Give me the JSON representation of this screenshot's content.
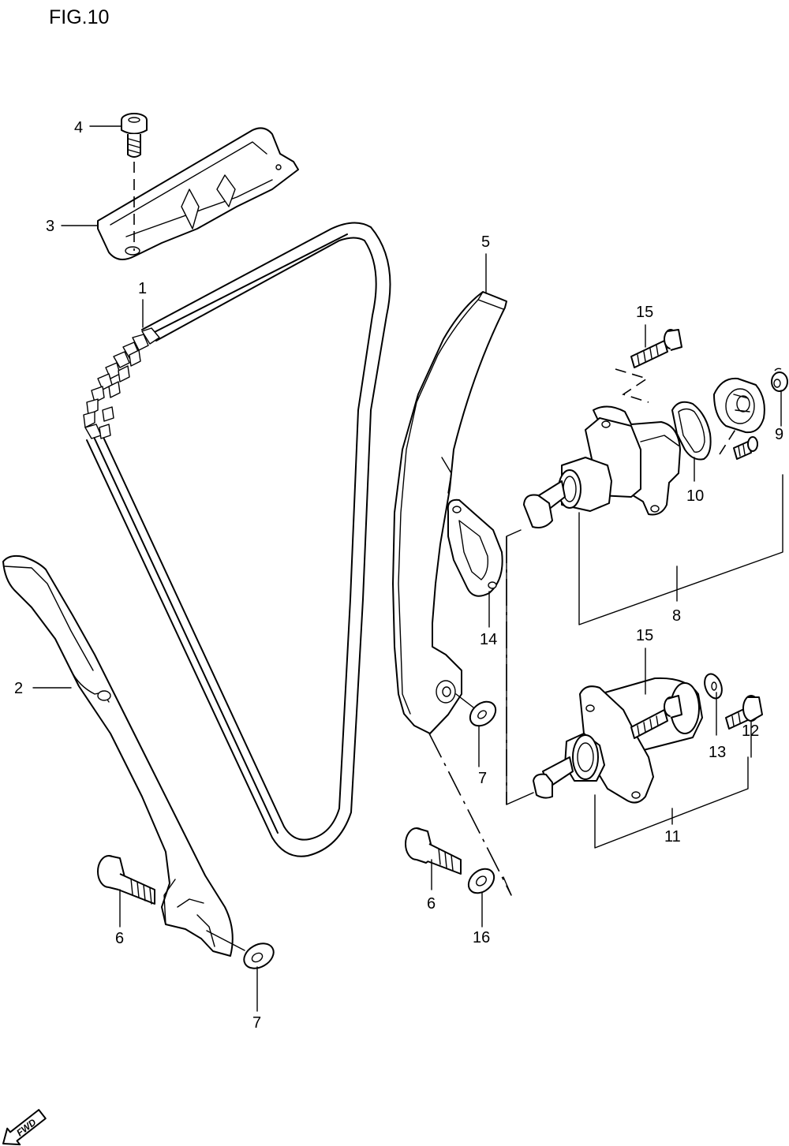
{
  "figure": {
    "title": "FIG.10"
  },
  "callouts": [
    {
      "id": "c1",
      "text": "1"
    },
    {
      "id": "c2",
      "text": "2"
    },
    {
      "id": "c3",
      "text": "3"
    },
    {
      "id": "c4",
      "text": "4"
    },
    {
      "id": "c5",
      "text": "5"
    },
    {
      "id": "c6a",
      "text": "6"
    },
    {
      "id": "c6b",
      "text": "6"
    },
    {
      "id": "c7a",
      "text": "7"
    },
    {
      "id": "c7b",
      "text": "7"
    },
    {
      "id": "c8",
      "text": "8"
    },
    {
      "id": "c9",
      "text": "9"
    },
    {
      "id": "c10",
      "text": "10"
    },
    {
      "id": "c11",
      "text": "11"
    },
    {
      "id": "c12",
      "text": "12"
    },
    {
      "id": "c13",
      "text": "13"
    },
    {
      "id": "c14",
      "text": "14"
    },
    {
      "id": "c15a",
      "text": "15"
    },
    {
      "id": "c15b",
      "text": "15"
    },
    {
      "id": "c16",
      "text": "16"
    }
  ],
  "direction_badge": {
    "text": "FWD",
    "icon": "forward-arrow-icon"
  }
}
